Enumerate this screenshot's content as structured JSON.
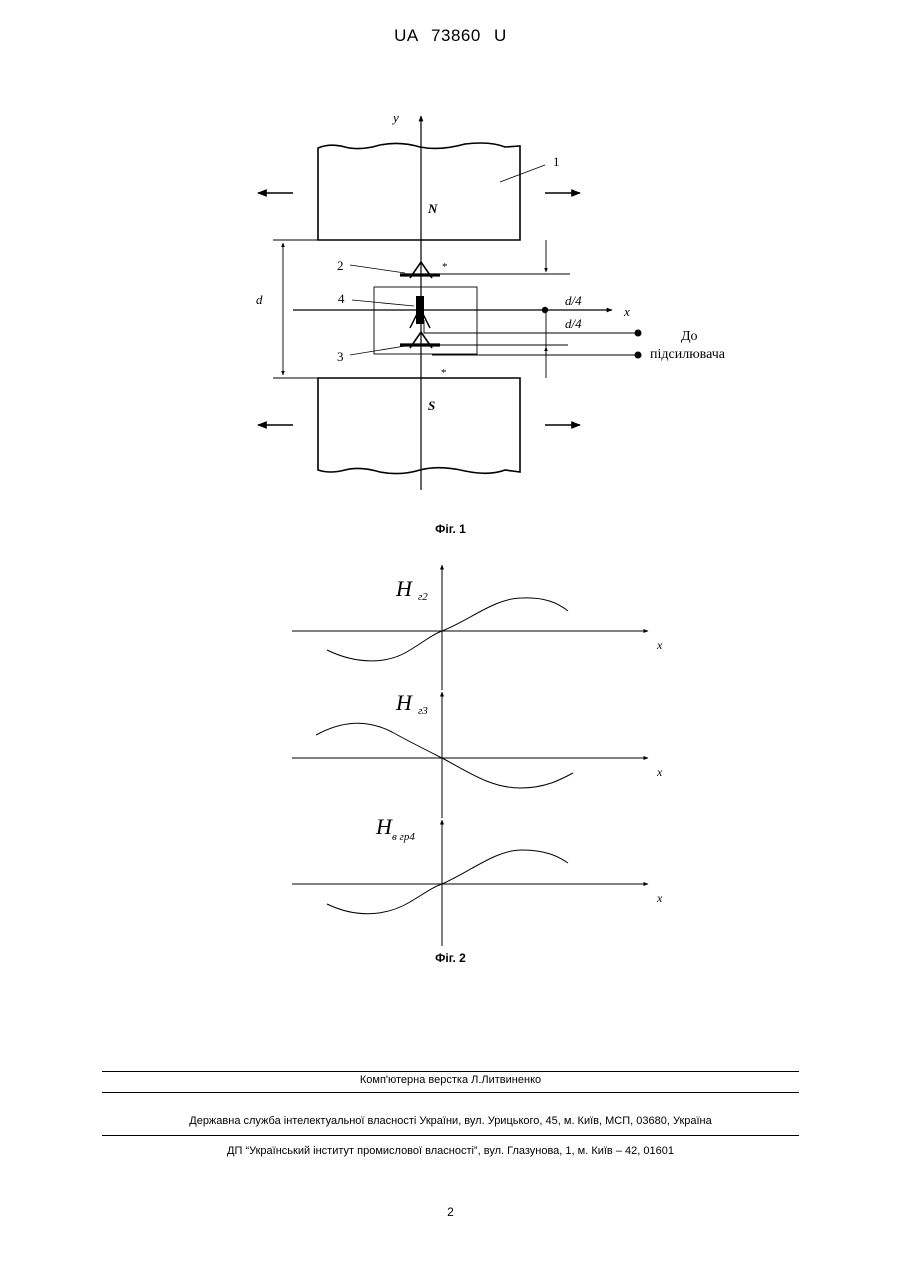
{
  "header": {
    "doc_number": "UA   73860   U"
  },
  "figure1": {
    "caption": "Фіг. 1",
    "labels": {
      "y_axis": "y",
      "x_axis": "x",
      "magnet_ref": "1",
      "north": "N",
      "south": "S",
      "gap": "d",
      "ref2": "2",
      "ref3": "3",
      "ref4": "4",
      "quarter_top": "d/4",
      "quarter_bottom": "d/4",
      "output_line1": "До",
      "output_line2": "підсилювача",
      "star_top": "*",
      "star_bottom": "*"
    }
  },
  "figure2": {
    "caption": "Фіг. 2",
    "plots": [
      {
        "label_main": "H",
        "label_sub": "г2",
        "x_label": "x",
        "shape": "rising-sine"
      },
      {
        "label_main": "H",
        "label_sub": "г3",
        "x_label": "x",
        "shape": "falling-sine"
      },
      {
        "label_main": "H",
        "label_sub": "в гр4",
        "x_label": "x",
        "shape": "rising-sine"
      }
    ]
  },
  "footer": {
    "layout_credit": "Комп'ютерна верстка Л.Литвиненко",
    "agency": "Державна служба інтелектуальної власності України, вул. Урицького, 45, м. Київ, МСП, 03680, Україна",
    "institute": "ДП “Український інститут промислової власності”, вул. Глазунова, 1, м. Київ – 42, 01601"
  },
  "page_number": "2"
}
